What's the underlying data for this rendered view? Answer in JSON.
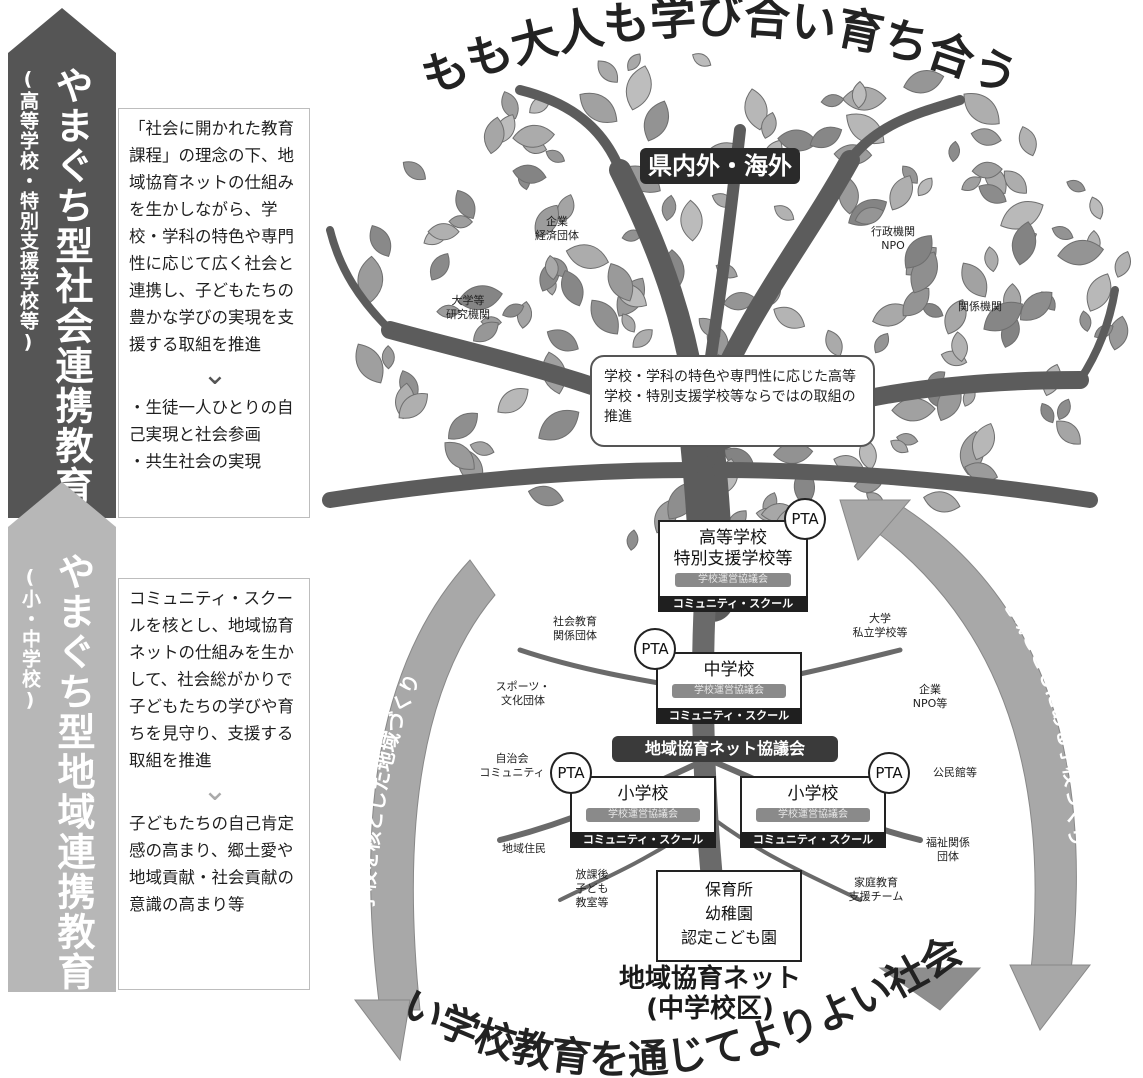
{
  "top_arc_text": "子どもも大人も学び合い育ち合う社会",
  "bottom_arc_text": "よりよい学校教育を通じてよりよい社会を創る",
  "left_arrow_text": "学校を核とした地域づくり",
  "right_arrow_text": "地域とともにある学校づくり",
  "crown_label": "県内外・海外",
  "high_section": {
    "title": "やまぐち型社会連携教育",
    "subtitle": "(高等学校・特別支援学校等)",
    "description": "「社会に開かれた教育課程」の理念の下、地域協育ネットの仕組みを生かしながら、学校・学科の特色や専門性に応じて広く社会と連携し、子どもたちの豊かな学びの実現を支援する取組を推進",
    "outcome_1": "・生徒一人ひとりの自己実現と社会参画",
    "outcome_2": "・共生社会の実現"
  },
  "elem_section": {
    "title": "やまぐち型地域連携教育",
    "subtitle": "(小・中学校)",
    "description": "コミュニティ・スクールを核とし、地域協育ネットの仕組みを生かして、社会総がかりで子どもたちの学びや育ちを見守り、支援する取組を推進",
    "outcome": "子どもたちの自己肯定感の高まり、郷土愛や地域貢献・社会貢献の意識の高まり等"
  },
  "branch_labels": {
    "company": "企業\n経済団体",
    "gov": "行政機関\nNPO",
    "univ": "大学等\n研究機関",
    "related": "関係機関"
  },
  "callout": "学校・学科の特色や専門性に応じた高等学校・特別支援学校等ならではの取組の推進",
  "schools": {
    "high": {
      "name": "高等学校\n特別支援学校等",
      "sub": "学校運営協議会",
      "cs": "コミュニティ・スクール"
    },
    "middle": {
      "name": "中学校",
      "sub": "学校運営協議会",
      "cs": "コミュニティ・スクール"
    },
    "elem_left": {
      "name": "小学校",
      "sub": "学校運営協議会",
      "cs": "コミュニティ・スクール"
    },
    "elem_right": {
      "name": "小学校",
      "sub": "学校運営協議会",
      "cs": "コミュニティ・スクール"
    },
    "nursery": "保育所\n幼稚園\n認定こども園"
  },
  "pta": "PTA",
  "council": "地域協育ネット協議会",
  "net_label": "地域協育ネット\n(中学校区)",
  "root_labels": {
    "social_edu": "社会教育\n関係団体",
    "univ_private": "大学\n私立学校等",
    "sports": "スポーツ・\n文化団体",
    "company_npo": "企業\nNPO等",
    "residents_assoc": "自治会\nコミュニティ",
    "community_center": "公民館等",
    "local_residents": "地域住民",
    "welfare": "福祉関係\n団体",
    "afterschool": "放課後\n子ども\n教室等",
    "family_support": "家庭教育\n支援チーム"
  },
  "colors": {
    "dark_banner": "#555555",
    "light_banner": "#b7b7b7",
    "leaf": "#9d9d9d",
    "trunk": "#5c5c5c"
  }
}
